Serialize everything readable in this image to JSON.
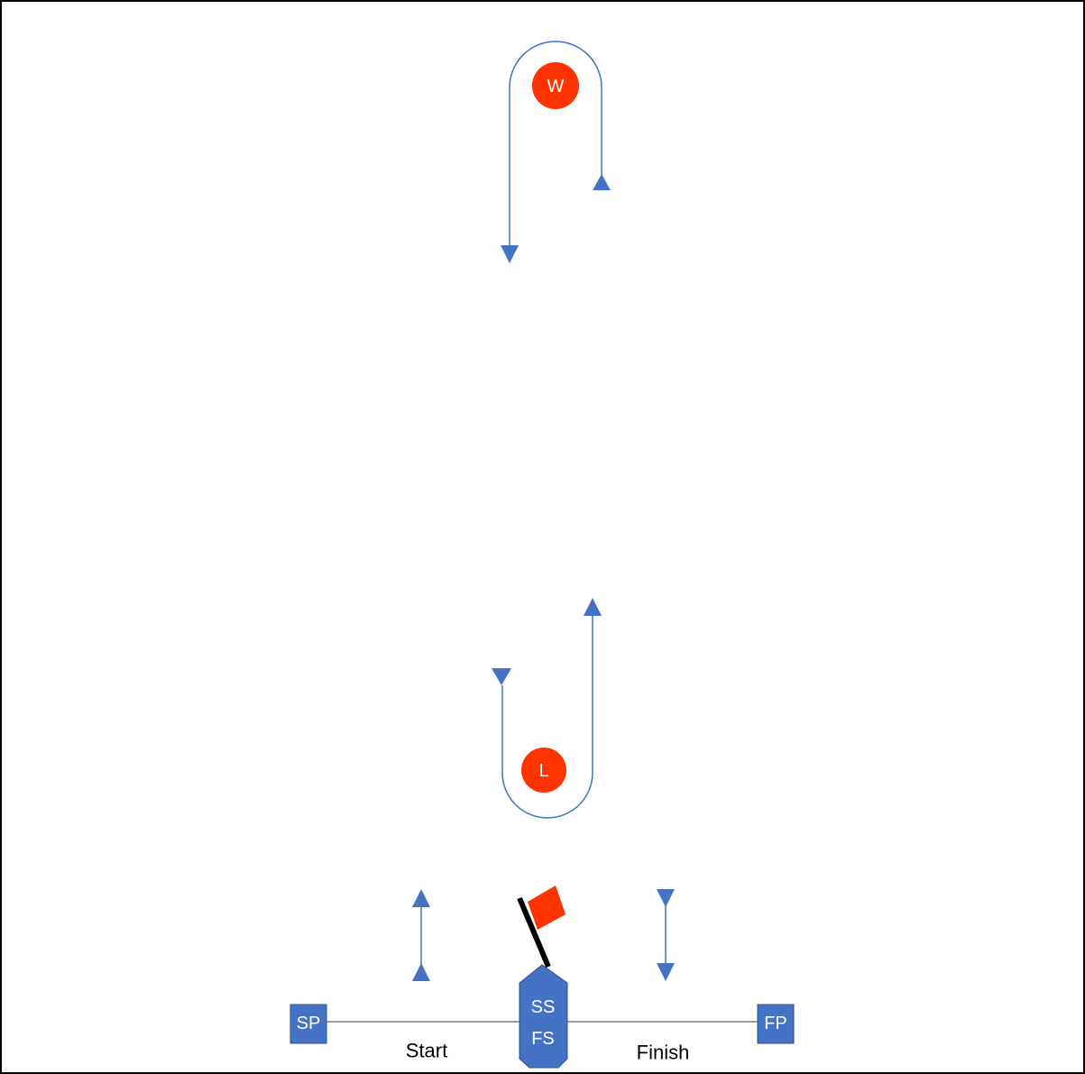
{
  "diagram": {
    "marks": {
      "windward": "W",
      "leeward": "L",
      "start_pin": "SP",
      "finish_pin": "FP"
    },
    "committee_boat": {
      "line1": "SS",
      "line2": "FS"
    },
    "lines": {
      "start": "Start",
      "finish": "Finish"
    },
    "colors": {
      "mark_fill": "#fe3300",
      "course_line": "#4472c4",
      "boat_fill": "#4472c4",
      "flag": "#fe3300",
      "flag_pole": "#000000",
      "line": "#7f7f7f",
      "frame": "#000000"
    },
    "icons": [
      "buoy-icon",
      "flag-icon",
      "arrow-up-icon",
      "arrow-down-icon"
    ]
  }
}
